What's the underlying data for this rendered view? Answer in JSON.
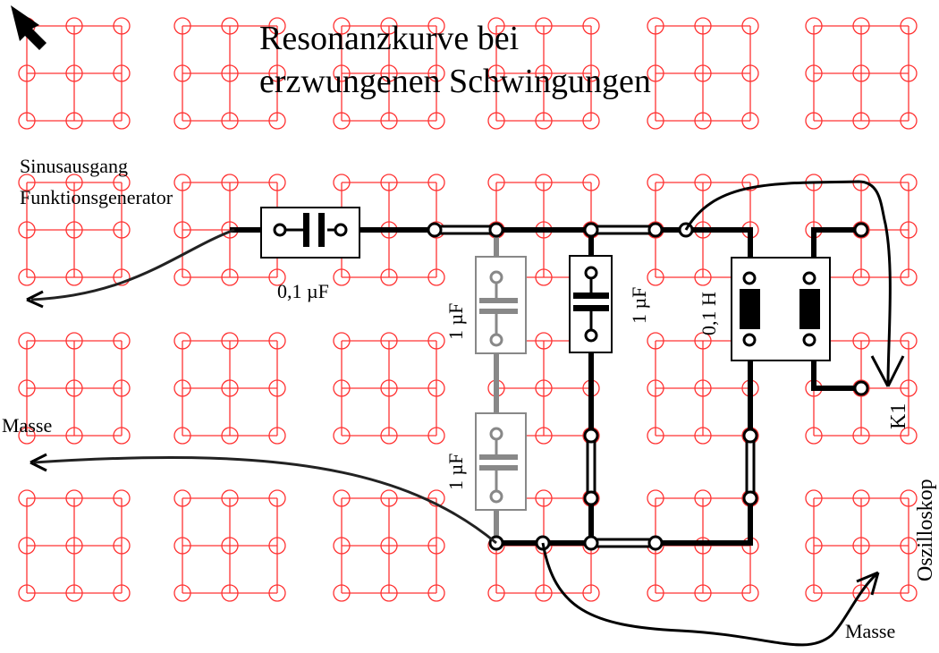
{
  "title_line1": "Resonanzkurve bei",
  "title_line2": "erzwungenen Schwingungen",
  "labels": {
    "generator_line1": "Sinusausgang",
    "generator_line2": "Funktionsgenerator",
    "c1": "0,1 µF",
    "c2": "1 µF",
    "c3": "1 µF",
    "c4": "1 µF",
    "inductor": "0,1 H",
    "masse_left": "Masse",
    "masse_bottom": "Masse",
    "k1": "K1",
    "oszilloskop": "Oszilloskop"
  },
  "colors": {
    "grid": "#ff3333",
    "wire": "#000000",
    "gray_component": "#888888"
  }
}
